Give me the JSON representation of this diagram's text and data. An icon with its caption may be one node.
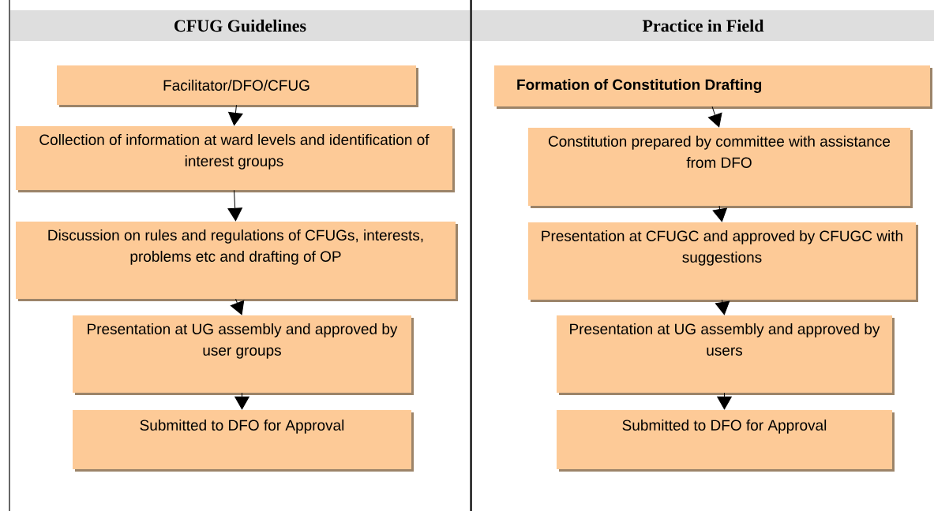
{
  "diagram": {
    "nodes": [
      {
        "text": [
          "CFUG Guidelines"
        ]
      },
      {
        "text": [
          "Facilitator/DFO/CFUG"
        ]
      },
      {
        "text": [
          "Collection of information at ward levels and identification of interest groups"
        ]
      },
      {
        "text": [
          "Discussion on rules and regulations of CFUGs, interests, problems etc and drafting of OP"
        ]
      },
      {
        "text": [
          "Presentation at UG assembly and approved by user groups"
        ]
      },
      {
        "text": [
          "Submitted to DFO for Approval"
        ]
      },
      {
        "text": [
          "Practice in Field"
        ]
      },
      {
        "text": [
          "Formation of Constitution Drafting"
        ]
      },
      {
        "text": [
          "Constitution prepared by committee with assistance from DFO"
        ]
      },
      {
        "text": [
          "Presentation at CFUGC and approved by CFUGC with suggestions"
        ]
      },
      {
        "text": [
          "Presentation at UG assembly and approved by users"
        ]
      },
      {
        "text": [
          "Submitted to DFO for Approval"
        ]
      }
    ],
    "edges": [
      {
        "from": 1,
        "to": 2,
        "arrow": "to"
      },
      {
        "from": 2,
        "to": 3,
        "arrow": "to"
      },
      {
        "from": 3,
        "to": 4,
        "arrow": "to"
      },
      {
        "from": 4,
        "to": 5,
        "arrow": "to"
      },
      {
        "from": 7,
        "to": 8,
        "arrow": "to"
      },
      {
        "from": 8,
        "to": 9,
        "arrow": "to"
      },
      {
        "from": 9,
        "to": 10,
        "arrow": "to"
      },
      {
        "from": 10,
        "to": 11,
        "arrow": "to"
      }
    ]
  }
}
